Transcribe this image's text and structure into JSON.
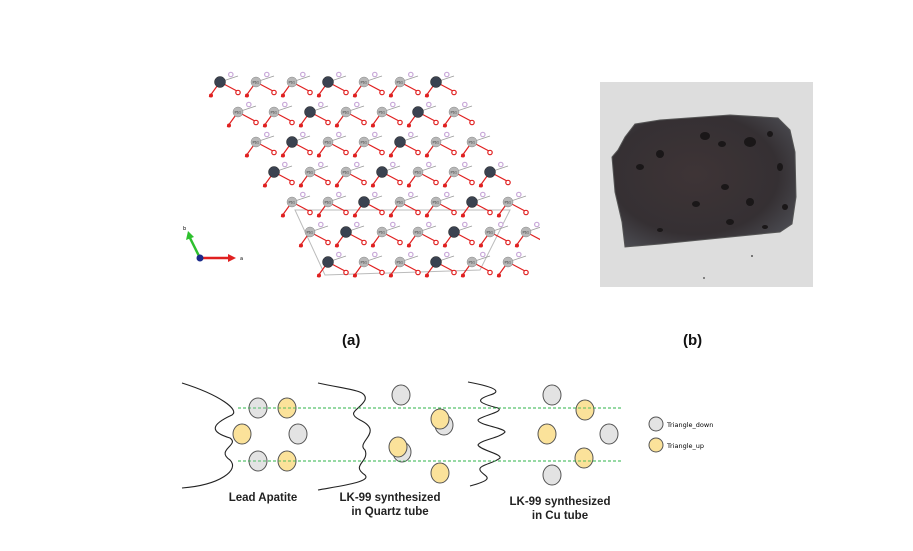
{
  "panels": {
    "a": {
      "label": "(a)",
      "description": "Crystal structure of lead apatite viewed along c axis",
      "atom_label": "Pb1",
      "axes": {
        "a_label": "a",
        "b_label": "b"
      },
      "colors": {
        "oxygen": "#e02020",
        "lead": "#b8b8b8",
        "dark_atom": "#3a4250",
        "phosphorus": "#c8a8d8",
        "bond_gray": "#999999"
      }
    },
    "b": {
      "label": "(b)",
      "description": "Photo of dark porous LK-99 sample",
      "colors": {
        "background": "#dcdcdc",
        "sample": "#3a3536"
      }
    }
  },
  "schematic": {
    "groups": [
      {
        "caption_line1": "Lead Apatite",
        "caption_line2": ""
      },
      {
        "caption_line1": "LK-99 synthesized",
        "caption_line2": "in Quartz tube"
      },
      {
        "caption_line1": "LK-99 synthesized",
        "caption_line2": "in Cu tube"
      }
    ],
    "legend": [
      {
        "label": "Triangle_down",
        "color": "#e3e3e3"
      },
      {
        "label": "Triangle_up",
        "color": "#fbe29a"
      }
    ],
    "colors": {
      "dashed_line": "#2db34a",
      "circle_stroke": "#555555",
      "wave": "#222222"
    }
  }
}
